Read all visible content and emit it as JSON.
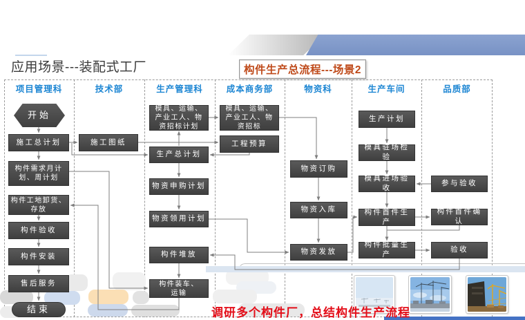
{
  "slide": {
    "title": "应用场景---装配式工厂",
    "scene_tag": "构件生产总流程---场景2",
    "bottom_note": "调研多个构件厂，总结构件生产流程"
  },
  "colors": {
    "lane_header_blue": "#1d86d3",
    "node_fill": "#484848",
    "node_text": "#ffffff",
    "scene_tag_red": "#bf4a1a",
    "bottom_note_red": "#e30d18",
    "connector_gray": "#7f7f7f",
    "footer_band_blue": "#dbe5f1",
    "footer_bar_blue": "#4472c4",
    "banner_blue": "#7e99cb"
  },
  "lanes": [
    {
      "label": "项目管理科"
    },
    {
      "label": "技术部"
    },
    {
      "label": "生产管理科"
    },
    {
      "label": "成本商务部"
    },
    {
      "label": "物资科"
    },
    {
      "label": "生产车间"
    },
    {
      "label": "品质部"
    }
  ],
  "flow": {
    "nodes": [
      {
        "id": "start",
        "lane": "项目管理科",
        "shape": "hexagon",
        "label": "开始"
      },
      {
        "id": "b1",
        "lane": "项目管理科",
        "shape": "rect",
        "label": "施工总计划"
      },
      {
        "id": "b2",
        "lane": "项目管理科",
        "shape": "rect",
        "label": "构件需求月计划、周计划"
      },
      {
        "id": "b3",
        "lane": "项目管理科",
        "shape": "rect",
        "label": "构件工地卸货、存放"
      },
      {
        "id": "b4",
        "lane": "项目管理科",
        "shape": "rect",
        "label": "构件验收"
      },
      {
        "id": "b5",
        "lane": "项目管理科",
        "shape": "rect",
        "label": "构件安装"
      },
      {
        "id": "b6",
        "lane": "项目管理科",
        "shape": "rect",
        "label": "售后服务"
      },
      {
        "id": "end",
        "lane": "项目管理科",
        "shape": "stadium",
        "label": "结束"
      },
      {
        "id": "t1",
        "lane": "技术部",
        "shape": "rect",
        "label": "施工图纸"
      },
      {
        "id": "c3a",
        "lane": "生产管理科",
        "shape": "rect",
        "label": "模具、运输、产业工人、物资招标计划"
      },
      {
        "id": "c3b",
        "lane": "生产管理科",
        "shape": "rect",
        "label": "生产总计划"
      },
      {
        "id": "c3c",
        "lane": "生产管理科",
        "shape": "rect",
        "label": "物资申购计划"
      },
      {
        "id": "c3d",
        "lane": "生产管理科",
        "shape": "rect",
        "label": "物资领用计划"
      },
      {
        "id": "c3e",
        "lane": "生产管理科",
        "shape": "rect",
        "label": "构件堆放"
      },
      {
        "id": "c3f",
        "lane": "生产管理科",
        "shape": "rect",
        "label": "构件装车、运输"
      },
      {
        "id": "c4a",
        "lane": "成本商务部",
        "shape": "rect",
        "label": "模具、运输、产业工人、物资招标"
      },
      {
        "id": "c4b",
        "lane": "成本商务部",
        "shape": "rect",
        "label": "工程预算"
      },
      {
        "id": "c5a",
        "lane": "物资科",
        "shape": "rect",
        "label": "物资订购"
      },
      {
        "id": "c5b",
        "lane": "物资科",
        "shape": "rect",
        "label": "物资入库"
      },
      {
        "id": "c5c",
        "lane": "物资科",
        "shape": "rect",
        "label": "物资发放"
      },
      {
        "id": "c6a",
        "lane": "生产车间",
        "shape": "rect",
        "label": "生产计划"
      },
      {
        "id": "c6b",
        "lane": "生产车间",
        "shape": "rect",
        "label": "模具驻场检验"
      },
      {
        "id": "c6c",
        "lane": "生产车间",
        "shape": "rect",
        "label": "模具进场验收"
      },
      {
        "id": "c6d",
        "lane": "生产车间",
        "shape": "rect",
        "label": "构件首件生产"
      },
      {
        "id": "c6e",
        "lane": "生产车间",
        "shape": "rect",
        "label": "构件批量生产"
      },
      {
        "id": "c7a",
        "lane": "品质部",
        "shape": "rect",
        "label": "参与验收"
      },
      {
        "id": "c7b",
        "lane": "品质部",
        "shape": "rect",
        "label": "构件首件确认"
      },
      {
        "id": "c7c",
        "lane": "品质部",
        "shape": "rect",
        "label": "验收"
      }
    ],
    "edges": [
      [
        "start",
        "b1"
      ],
      [
        "b1",
        "t1"
      ],
      [
        "b1",
        "b2"
      ],
      [
        "b1",
        "c3b"
      ],
      [
        "t1",
        "c4b"
      ],
      [
        "c3a",
        "c4a"
      ],
      [
        "c3b",
        "c3a"
      ],
      [
        "c4b",
        "c3b"
      ],
      [
        "c3b",
        "c3c"
      ],
      [
        "c3c",
        "c3d"
      ],
      [
        "b2",
        "c3f"
      ],
      [
        "c3f",
        "b3"
      ],
      [
        "b3",
        "b4"
      ],
      [
        "b4",
        "b5"
      ],
      [
        "b5",
        "b6"
      ],
      [
        "b6",
        "end"
      ],
      [
        "c4a",
        "c5a"
      ],
      [
        "c5a",
        "c5b"
      ],
      [
        "c5b",
        "c5c"
      ],
      [
        "c3d",
        "c5c"
      ],
      [
        "c5c",
        "c6d"
      ],
      [
        "c6a",
        "c6b"
      ],
      [
        "c6b",
        "c6c"
      ],
      [
        "c6c",
        "c6d"
      ],
      [
        "c7a",
        "c6c"
      ],
      [
        "c6d",
        "c7b"
      ],
      [
        "c7b",
        "c6e"
      ],
      [
        "c6d",
        "c6e"
      ],
      [
        "c6e",
        "c7c"
      ],
      [
        "c7c",
        "c3e"
      ],
      [
        "c3e",
        "c3f"
      ]
    ]
  },
  "photos": [
    {
      "name": "distant-tower-cranes-pale-sky"
    },
    {
      "name": "tower-cranes-over-city"
    },
    {
      "name": "construction-site-yellow-cranes"
    }
  ]
}
